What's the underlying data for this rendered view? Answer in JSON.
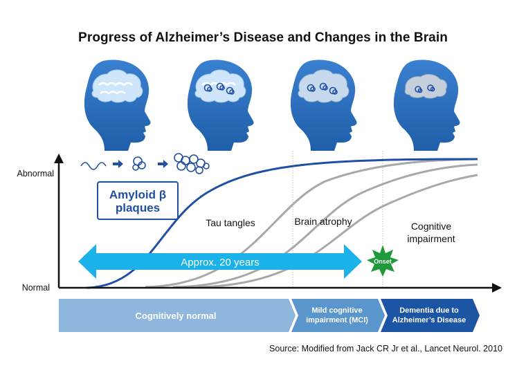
{
  "title": "Progress of Alzheimer’s Disease and Changes in the Brain",
  "y_axis": {
    "top_label": "Abnormal",
    "bottom_label": "Normal"
  },
  "curves": {
    "amyloid": {
      "label_line1": "Amyloid β",
      "label_line2": "plaques",
      "color": "#1f4fa3"
    },
    "tau": {
      "label": "Tau tangles",
      "color": "#a8a8a8"
    },
    "atrophy": {
      "label": "Brain atrophy",
      "color": "#a8a8a8"
    },
    "cognitive": {
      "label_line1": "Cognitive",
      "label_line2": "impairment",
      "color": "#a8a8a8"
    }
  },
  "duration_arrow": {
    "label": "Approx. 20 years",
    "color": "#1ab2e8"
  },
  "onset_badge": {
    "label": "Onset",
    "color": "#1e9a3a"
  },
  "stages": [
    {
      "label_line1": "Cognitively normal",
      "label_line2": "",
      "color": "#8fb6dc"
    },
    {
      "label_line1": "Mild cognitive",
      "label_line2": "impairment (MCI)",
      "color": "#5a95cc"
    },
    {
      "label_line1": "Dementia due to",
      "label_line2": "Alzheimer’s Disease",
      "color": "#1b55a3"
    }
  ],
  "source": "Source: Modified from Jack CR Jr et al., Lancet Neurol. 2010",
  "heads": [
    {
      "stage": 1,
      "tangle_count": 0
    },
    {
      "stage": 2,
      "tangle_count": 3
    },
    {
      "stage": 3,
      "tangle_count": 3
    },
    {
      "stage": 4,
      "tangle_count": 2
    }
  ]
}
